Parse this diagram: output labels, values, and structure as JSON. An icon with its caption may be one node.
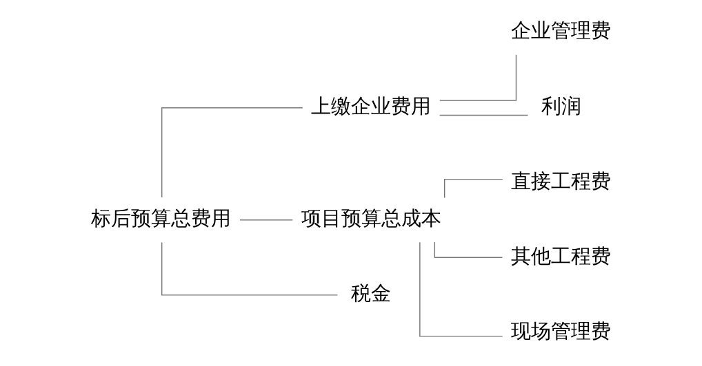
{
  "diagram": {
    "nodes": [
      {
        "text": [
          "标后预算总费用"
        ]
      },
      {
        "text": [
          "上缴企业费用"
        ]
      },
      {
        "text": [
          "企业管理费"
        ]
      },
      {
        "text": [
          "利润"
        ]
      },
      {
        "text": [
          "项目预算总成本"
        ]
      },
      {
        "text": [
          "直接工程费"
        ]
      },
      {
        "text": [
          "其他工程费"
        ]
      },
      {
        "text": [
          "现场管理费"
        ]
      },
      {
        "text": [
          "税金"
        ]
      }
    ],
    "edges": [
      {
        "from": 0,
        "to": 1,
        "arrow": "none"
      },
      {
        "from": 0,
        "to": 4,
        "arrow": "none"
      },
      {
        "from": 0,
        "to": 8,
        "arrow": "none"
      },
      {
        "from": 1,
        "to": 2,
        "arrow": "none"
      },
      {
        "from": 1,
        "to": 3,
        "arrow": "none"
      },
      {
        "from": 4,
        "to": 5,
        "arrow": "none"
      },
      {
        "from": 4,
        "to": 6,
        "arrow": "none"
      },
      {
        "from": 4,
        "to": 7,
        "arrow": "none"
      }
    ]
  }
}
